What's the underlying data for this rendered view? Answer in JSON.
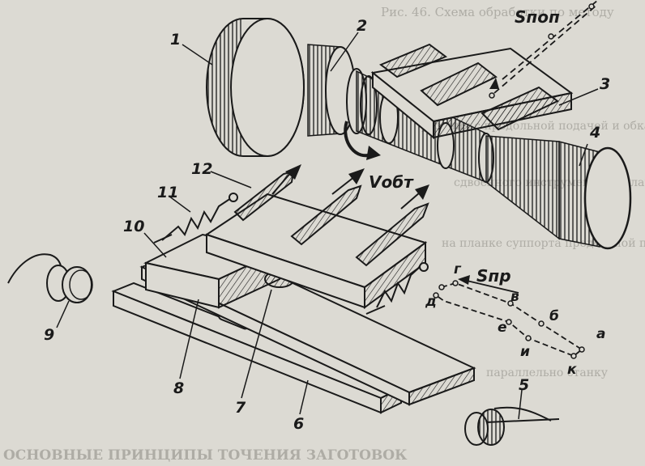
{
  "diagram": {
    "part_numbers": {
      "n1": "1",
      "n2": "2",
      "n3": "3",
      "n4": "4",
      "n5": "5",
      "n6": "6",
      "n7": "7",
      "n8": "8",
      "n9": "9",
      "n10": "10",
      "n11": "11",
      "n12": "12"
    },
    "motion_labels": {
      "s_pop": "Sпоп",
      "v_obt": "Vобт",
      "s_pr": "Sпр"
    },
    "path_points": {
      "a": "а",
      "b": "б",
      "v": "в",
      "g": "г",
      "d": "д",
      "e": "е",
      "i": "и",
      "k": "к"
    }
  },
  "background_text": {
    "lines": [
      "Рис. 46. Схема обработки по методу",
      "резания с продольной подачей и обкаткой заготовки",
      "сдвоенного инструмента с кулачком",
      "на планке суппорта продольной подачи",
      "параллельно станку"
    ],
    "bottom_line": "ОСНОВНЫЕ ПРИНЦИПЫ ТОЧЕНИЯ ЗАГОТОВОК"
  },
  "colors": {
    "ink": "#1a1a1a",
    "paper": "#dcdad3",
    "faded": "#8a8880"
  }
}
